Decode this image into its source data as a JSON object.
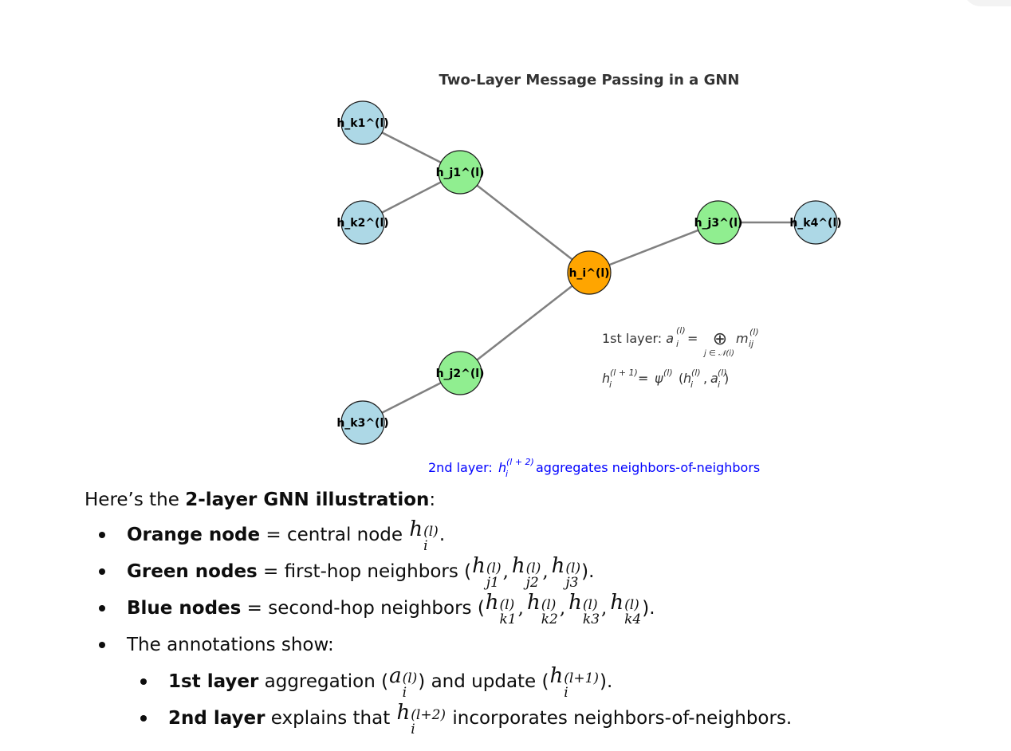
{
  "diagram": {
    "title": "Two-Layer Message Passing in a GNN",
    "nodes": [
      {
        "id": "hk1",
        "label": "h_k1^(l)",
        "color": "#add8e6",
        "role": "second-hop"
      },
      {
        "id": "hk2",
        "label": "h_k2^(l)",
        "color": "#add8e6",
        "role": "second-hop"
      },
      {
        "id": "hk3",
        "label": "h_k3^(l)",
        "color": "#add8e6",
        "role": "second-hop"
      },
      {
        "id": "hk4",
        "label": "h_k4^(l)",
        "color": "#add8e6",
        "role": "second-hop"
      },
      {
        "id": "hj1",
        "label": "h_j1^(l)",
        "color": "#90ee90",
        "role": "first-hop"
      },
      {
        "id": "hj2",
        "label": "h_j2^(l)",
        "color": "#90ee90",
        "role": "first-hop"
      },
      {
        "id": "hj3",
        "label": "h_j3^(l)",
        "color": "#90ee90",
        "role": "first-hop"
      },
      {
        "id": "hi",
        "label": "h_i^(l)",
        "color": "#ffa500",
        "role": "central"
      }
    ],
    "edges": [
      [
        "hk1",
        "hj1"
      ],
      [
        "hk2",
        "hj1"
      ],
      [
        "hj1",
        "hi"
      ],
      [
        "hj2",
        "hi"
      ],
      [
        "hk3",
        "hj2"
      ],
      [
        "hi",
        "hj3"
      ],
      [
        "hj3",
        "hk4"
      ]
    ],
    "annotation1": {
      "prefix": "1st layer: ",
      "a": "a",
      "i": "i",
      "l": "(l)",
      "equals": " = ",
      "oplus": "⊕",
      "under": "j ∈ 𝒩(i)",
      "m": "m",
      "ij": "ij"
    },
    "annotation2": {
      "h": "h",
      "i": "i",
      "l1": "(l + 1)",
      "equals": " = ",
      "psi": "ψ",
      "l": "(l)",
      "open": "(",
      "comma": ", ",
      "a": "a",
      "close": ")"
    },
    "annotation3": {
      "prefix": "2nd layer: ",
      "h": "h",
      "i": "i",
      "l2": "(l + 2)",
      "suffix": " aggregates neighbors-of-neighbors",
      "color": "#0000ff"
    }
  },
  "explanation": {
    "intro_before": "Here’s the ",
    "intro_bold": "2-layer GNN illustration",
    "intro_after": ":",
    "b1_bold": "Orange node",
    "b1_text": " = central node ",
    "b1_end": ".",
    "b2_bold": "Green nodes",
    "b2_text": " = first-hop neighbors (",
    "b2_end": ").",
    "b3_bold": "Blue nodes",
    "b3_text": " = second-hop neighbors (",
    "b3_end": ").",
    "b4_text": "The annotations show:",
    "s1_bold": "1st layer",
    "s1_text": " aggregation (",
    "s1_mid": ") and update (",
    "s1_end": ").",
    "s2_bold": "2nd layer",
    "s2_text": " explains that ",
    "s2_end": " incorporates neighbors-of-neighbors.",
    "math": {
      "h": "h",
      "a": "a",
      "i": "i",
      "l": "(l)",
      "l1": "(l+1)",
      "l2": "(l+2)",
      "j1": "j1",
      "j2": "j2",
      "j3": "j3",
      "k1": "k1",
      "k2": "k2",
      "k3": "k3",
      "k4": "k4",
      "comma": ","
    }
  }
}
